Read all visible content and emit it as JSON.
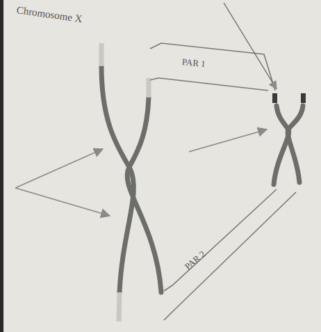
{
  "diagram": {
    "labels": [
      "Chromosome X",
      "PAR 1",
      "PAR 2"
    ]
  }
}
